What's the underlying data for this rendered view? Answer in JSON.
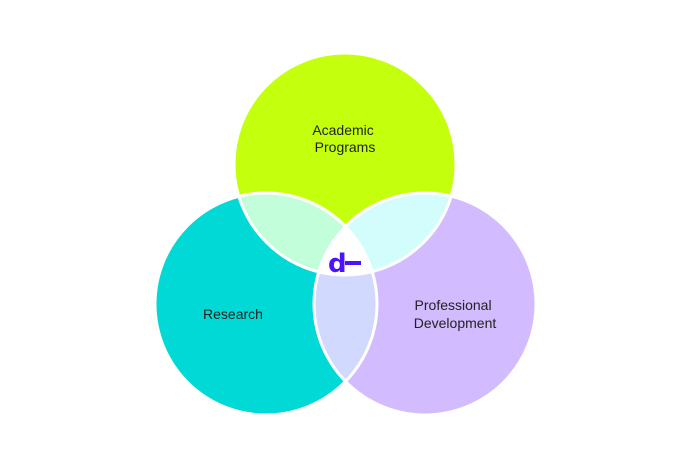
{
  "diagram": {
    "type": "venn",
    "sets": [
      {
        "id": "academic",
        "label_lines": [
          "Academic",
          "Programs"
        ],
        "color": "#c4ff0e"
      },
      {
        "id": "research",
        "label_lines": [
          "Research"
        ],
        "color": "#00d9d5"
      },
      {
        "id": "professional",
        "label_lines": [
          "Professional",
          "Development"
        ],
        "color": "#d2bbff"
      }
    ],
    "overlaps": [
      {
        "sets": [
          "academic",
          "research"
        ],
        "color": "#c3fedb"
      },
      {
        "sets": [
          "academic",
          "professional"
        ],
        "color": "#d2fdfc"
      },
      {
        "sets": [
          "research",
          "professional"
        ],
        "color": "#d1d9ff"
      },
      {
        "sets": [
          "academic",
          "research",
          "professional"
        ],
        "color": "#ffffff"
      }
    ],
    "center_logo": {
      "text": "d",
      "accent": "dash",
      "color": "#4d13ff",
      "icon": "brand-logo-icon"
    },
    "outline_color": "#ffffff"
  }
}
